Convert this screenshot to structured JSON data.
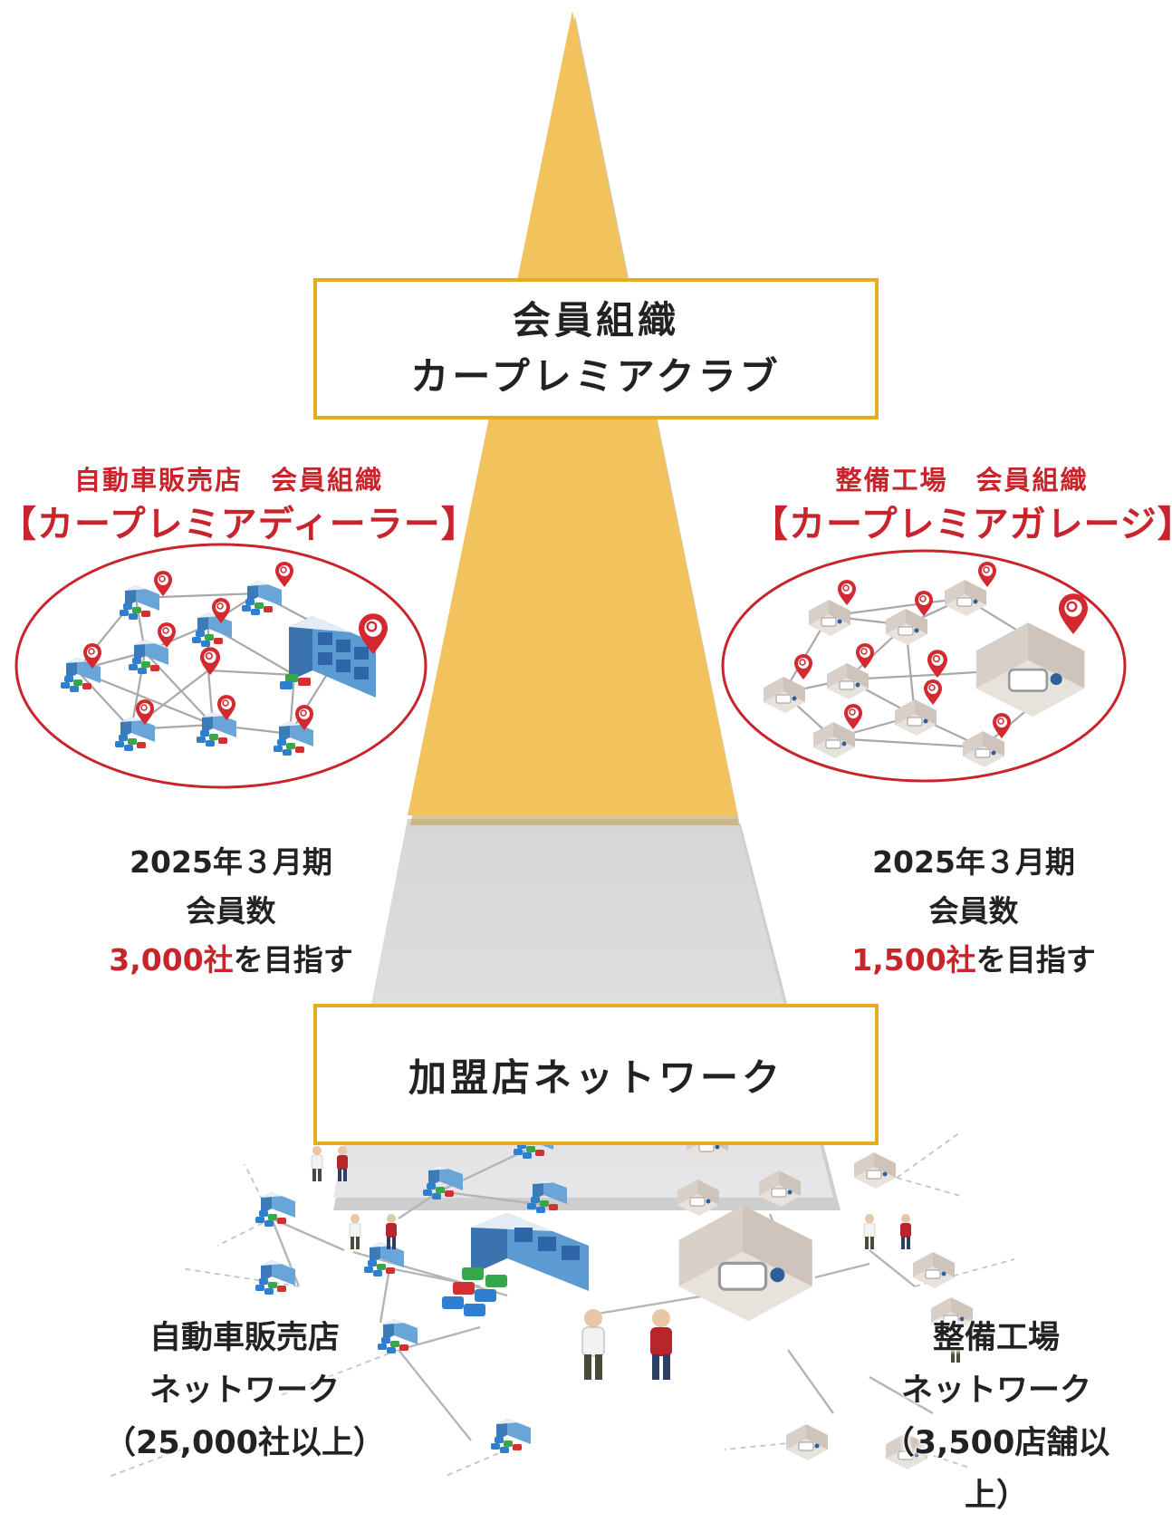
{
  "colors": {
    "gold_triangle": "#f2c35d",
    "gray_trapezoid": "#dcdcde",
    "box_border": "#e3ad1c",
    "accent_red": "#c8242b",
    "text_dark": "#222222"
  },
  "top_box": {
    "line1": "会員組織",
    "line2": "カープレミアクラブ"
  },
  "dealer_org": {
    "subtitle": "自動車販売店　会員組織",
    "title": "【カープレミアディーラー】",
    "period": "2025年３月期",
    "label": "会員数",
    "target_value": "3,000社",
    "target_suffix": "を目指す",
    "illustration": "dealer-network-illustration"
  },
  "garage_org": {
    "subtitle": "整備工場　会員組織",
    "title": "【カープレミアガレージ】",
    "period": "2025年３月期",
    "label": "会員数",
    "target_value": "1,500社",
    "target_suffix": "を目指す",
    "illustration": "garage-network-illustration"
  },
  "middle_box": {
    "label": "加盟店ネットワーク"
  },
  "dealer_network": {
    "line1": "自動車販売店",
    "line2": "ネットワーク",
    "line3": "（25,000社以上）"
  },
  "garage_network": {
    "line1": "整備工場",
    "line2": "ネットワーク",
    "line3": "（3,500店舗以上）"
  }
}
